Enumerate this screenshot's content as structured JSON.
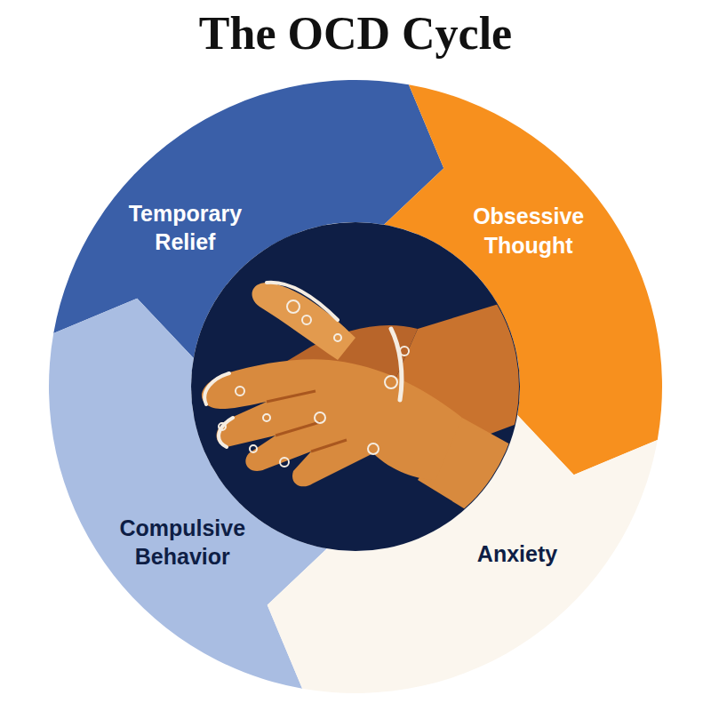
{
  "diagram": {
    "title": "The OCD Cycle",
    "nodes": [
      {
        "text": [
          "Temporary Relief"
        ]
      },
      {
        "text": [
          "Obsessive Thought"
        ]
      },
      {
        "text": [
          "Compulsive Behavior"
        ]
      },
      {
        "text": [
          "Anxiety"
        ]
      }
    ]
  }
}
